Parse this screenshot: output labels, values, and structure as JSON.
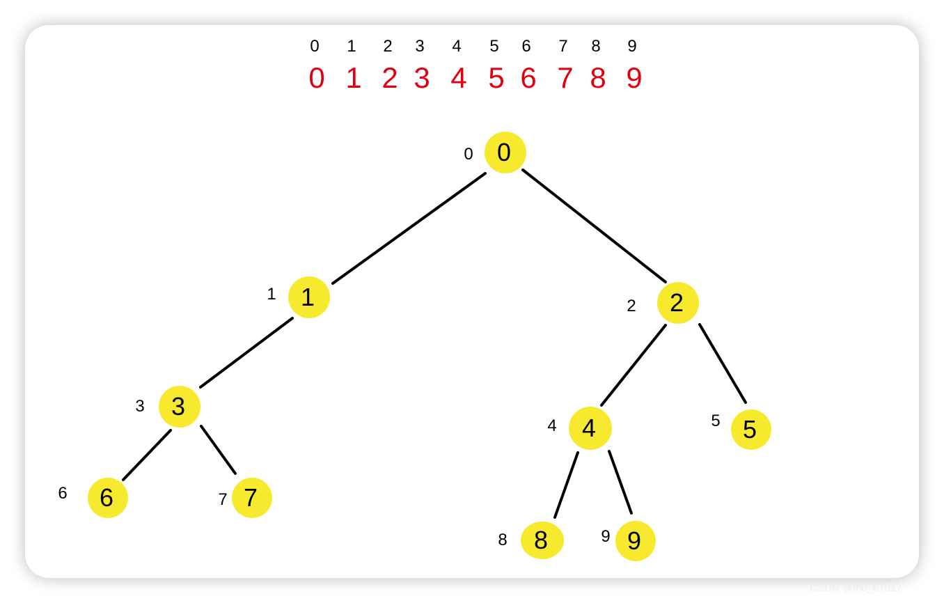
{
  "array": {
    "indices": [
      "0",
      "1",
      "2",
      "3",
      "4",
      "5",
      "6",
      "7",
      "8",
      "9"
    ],
    "values": [
      "0",
      "1",
      "2",
      "3",
      "4",
      "5",
      "6",
      "7",
      "8",
      "9"
    ],
    "value_color": "#e0000f"
  },
  "tree": {
    "node_color": "#f7ea2e",
    "edge_color": "#000000",
    "nodes": [
      {
        "id": 0,
        "index_label": "0",
        "value": "0"
      },
      {
        "id": 1,
        "index_label": "1",
        "value": "1"
      },
      {
        "id": 2,
        "index_label": "2",
        "value": "2"
      },
      {
        "id": 3,
        "index_label": "3",
        "value": "3"
      },
      {
        "id": 4,
        "index_label": "4",
        "value": "4"
      },
      {
        "id": 5,
        "index_label": "5",
        "value": "5"
      },
      {
        "id": 6,
        "index_label": "6",
        "value": "6"
      },
      {
        "id": 7,
        "index_label": "7",
        "value": "7"
      },
      {
        "id": 8,
        "index_label": "8",
        "value": "8"
      },
      {
        "id": 9,
        "index_label": "9",
        "value": "9"
      }
    ],
    "edges": [
      [
        0,
        1
      ],
      [
        0,
        2
      ],
      [
        1,
        3
      ],
      [
        2,
        4
      ],
      [
        2,
        5
      ],
      [
        3,
        6
      ],
      [
        3,
        7
      ],
      [
        4,
        8
      ],
      [
        4,
        9
      ]
    ]
  },
  "watermark": "CSDN @m0_67017"
}
